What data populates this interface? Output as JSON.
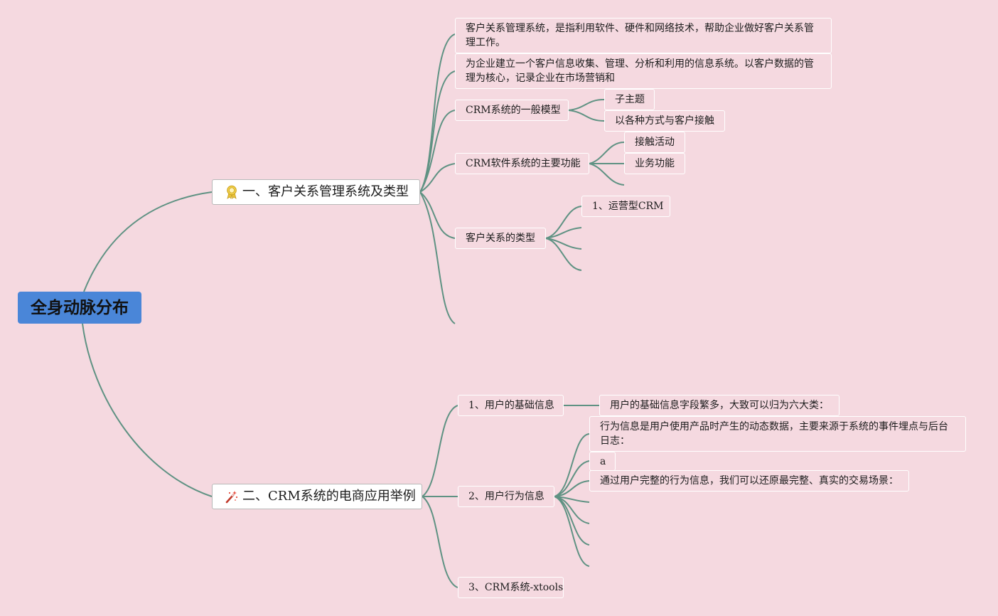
{
  "root": {
    "label": "全身动脉分布"
  },
  "branch1": {
    "label": "一、客户关系管理系统及类型",
    "icon": "award-ribbon-icon",
    "desc1": "客户关系管理系统，是指利用软件、硬件和网络技术，帮助企业做好客户关系管理工作。",
    "desc2": "为企业建立一个客户信息收集、管理、分析和利用的信息系统。以客户数据的管理为核心，记录企业在市场营销和",
    "model": {
      "label": "CRM系统的一般模型",
      "children": [
        "子主题",
        "以各种方式与客户接触"
      ]
    },
    "functions": {
      "label": "CRM软件系统的主要功能",
      "children": [
        "接触活动",
        "业务功能"
      ]
    },
    "types": {
      "label": "客户关系的类型",
      "children": [
        "1、运营型CRM"
      ]
    }
  },
  "branch2": {
    "label": "二、CRM系统的电商应用举例",
    "icon": "magic-wand-icon",
    "basic": {
      "label": "1、用户的基础信息",
      "children": [
        "用户的基础信息字段繁多，大致可以归为六大类："
      ]
    },
    "behavior": {
      "label": "2、用户行为信息",
      "children": [
        "行为信息是用户使用产品时产生的动态数据，主要来源于系统的事件埋点与后台日志：",
        "a",
        "通过用户完整的行为信息，我们可以还原最完整、真实的交易场景："
      ]
    },
    "xtools": {
      "label": "3、CRM系统-xtools"
    }
  },
  "colors": {
    "background": "#f5d9e0",
    "root": "#4a86d8",
    "connector": "#5f9283"
  }
}
